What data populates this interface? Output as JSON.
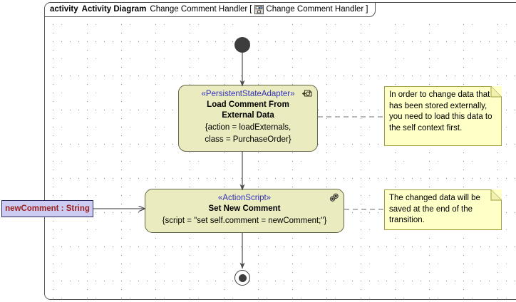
{
  "frame": {
    "keyword": "activity",
    "type_label": "Activity Diagram",
    "name": "Change Comment Handler",
    "bracket_open": "[",
    "bracket_close": "]",
    "qualified_name": "Change Comment Handler",
    "icon": "activity-diagram-icon"
  },
  "nodes": {
    "initial": {
      "name": "initial-node",
      "label": ""
    },
    "load_comment": {
      "stereotype": "«PersistentStateAdapter»",
      "name": "Load Comment From\nExternal Data",
      "name_line1": "Load Comment From",
      "name_line2": "External Data",
      "body_line1": "{action = loadExternals,",
      "body_line2": "class = PurchaseOrder}",
      "icon": "persistent-state-adapter-icon"
    },
    "set_comment": {
      "stereotype": "«ActionScript»",
      "name": "Set New Comment",
      "body": "{script = \"set self.comment = newComment;\"}",
      "icon": "action-script-icon"
    },
    "final": {
      "name": "activity-final-node",
      "label": ""
    }
  },
  "parameter": {
    "label": "newComment : String",
    "fill": "#ccccf2",
    "text_color": "#9a2020"
  },
  "notes": [
    {
      "id": "note-load-comment",
      "text": "In order to change data that\nhas been stored externally,\nyou need to load this data to\nthe self context first."
    },
    {
      "id": "note-set-comment",
      "text": "The changed data will be\nsaved at the end of the\ntransition."
    }
  ],
  "colors": {
    "node_fill": "#ebebc0",
    "node_border": "#636347",
    "note_fill": "#ffffc8",
    "note_border": "#a0a040",
    "stereotype_text": "#3333bb",
    "connector": "#555555",
    "frame_border": "#555555",
    "grid_dot": "#8a8a8a"
  }
}
